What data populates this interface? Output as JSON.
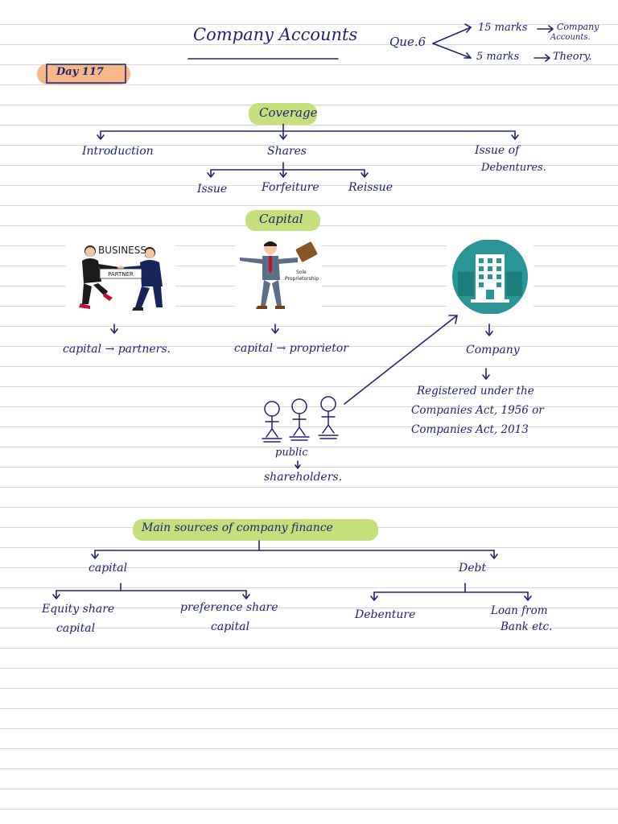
{
  "header": {
    "title": "Company Accounts",
    "day_label": "Day 117",
    "question": "Que.6",
    "marks_15": "15 marks",
    "marks_15_target_line1": "Company",
    "marks_15_target_line2": "Accounts.",
    "marks_5": "5 marks",
    "marks_5_target": "Theory."
  },
  "coverage": {
    "heading": "Coverage",
    "items": [
      "Introduction",
      "Shares",
      "Issue of",
      "Debentures."
    ],
    "share_subitems": [
      "Issue",
      "Forfeiture",
      "Reissue"
    ]
  },
  "capital": {
    "heading": "Capital",
    "partners_image_text": [
      "BUSINESS",
      "PARTNER"
    ],
    "proprietor_image_text": [
      "Sole",
      "Proprietorship"
    ],
    "partners_label": "capital → partners.",
    "proprietor_label": "capital → proprietor",
    "company_label": "Company",
    "company_desc": [
      "Registered under the",
      "Companies Act, 1956 or",
      "Companies Act, 2013"
    ],
    "public_label": "public",
    "shareholders_label": "shareholders."
  },
  "finance": {
    "heading": "Main sources of company finance",
    "capital": "capital",
    "debt": "Debt",
    "equity": [
      "Equity share",
      "capital"
    ],
    "preference": [
      "preference share",
      "capital"
    ],
    "debenture": "Debenture",
    "loan": [
      "Loan from",
      "Bank etc."
    ]
  },
  "colors": {
    "ink": "#1e2378",
    "highlight": "#c5e07a",
    "day_highlight": "#f6b886",
    "company_icon": "#2a9596"
  }
}
